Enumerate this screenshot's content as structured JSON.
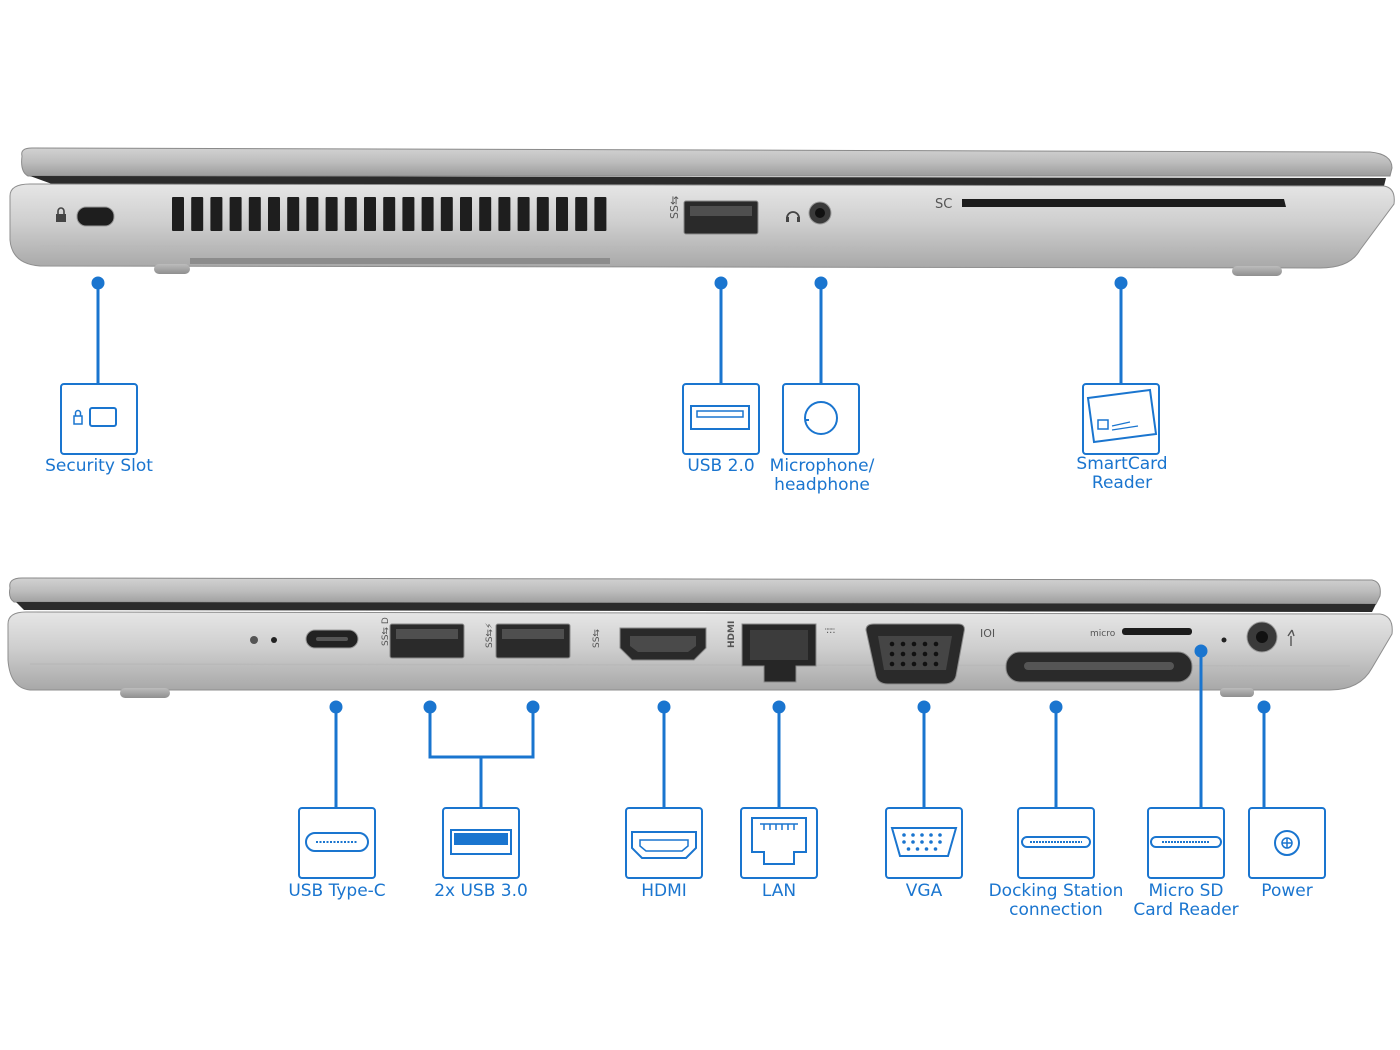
{
  "accent_color": "#1a75cf",
  "laptop_markings": {
    "smartcard_mark": "SC"
  },
  "left_side": {
    "ports": [
      {
        "id": "security-slot",
        "icon": "lock-slot-icon",
        "label_lines": [
          "Security Slot"
        ]
      },
      {
        "id": "usb-2",
        "icon": "usb-a-icon",
        "label_lines": [
          "USB 2.0"
        ]
      },
      {
        "id": "audio-jack",
        "icon": "audio-jack-icon",
        "label_lines": [
          "Microphone/",
          "headphone"
        ]
      },
      {
        "id": "smartcard-reader",
        "icon": "smartcard-icon",
        "label_lines": [
          "SmartCard",
          "Reader"
        ]
      }
    ]
  },
  "right_side": {
    "ports": [
      {
        "id": "usb-type-c",
        "icon": "usb-c-icon",
        "label_lines": [
          "USB Type-C"
        ]
      },
      {
        "id": "usb-3",
        "icon": "usb-a-blue-icon",
        "label_lines": [
          "2x USB 3.0"
        ]
      },
      {
        "id": "hdmi",
        "icon": "hdmi-icon",
        "label_lines": [
          "HDMI"
        ]
      },
      {
        "id": "lan",
        "icon": "ethernet-icon",
        "label_lines": [
          "LAN"
        ]
      },
      {
        "id": "vga",
        "icon": "vga-icon",
        "label_lines": [
          "VGA"
        ]
      },
      {
        "id": "docking",
        "icon": "docking-connector-icon",
        "label_lines": [
          "Docking Station",
          "connection"
        ]
      },
      {
        "id": "micro-sd",
        "icon": "micro-sd-icon",
        "label_lines": [
          "Micro SD",
          "Card Reader"
        ]
      },
      {
        "id": "power",
        "icon": "power-jack-icon",
        "label_lines": [
          "Power"
        ]
      }
    ]
  }
}
